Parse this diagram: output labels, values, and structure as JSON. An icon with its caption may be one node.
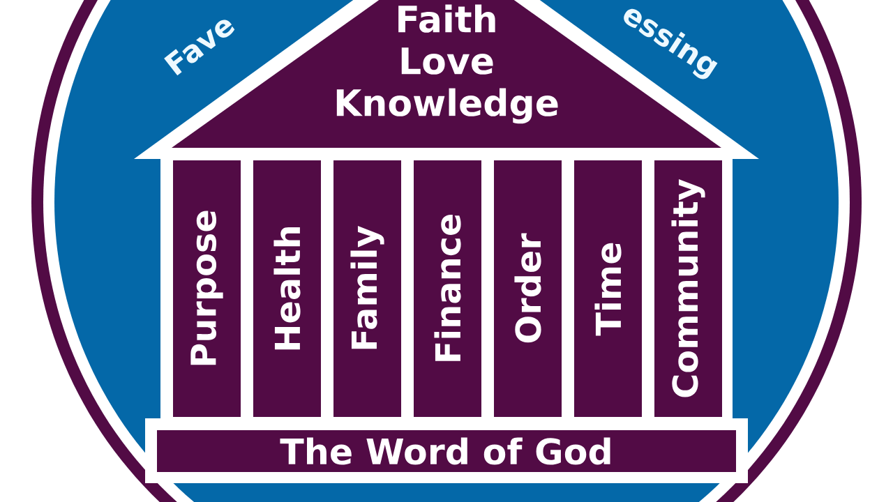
{
  "diagram": {
    "nodes": [
      {
        "text": [
          "Fave",
          "essing"
        ]
      },
      {
        "text": [
          "Faith",
          "Love",
          "Knowledge"
        ],
        "in": 0
      },
      {
        "text": [
          "Purpose"
        ],
        "in": 0
      },
      {
        "text": [
          "Health"
        ],
        "in": 0
      },
      {
        "text": [
          "Family"
        ],
        "in": 0
      },
      {
        "text": [
          "Finance"
        ],
        "in": 0
      },
      {
        "text": [
          "Order"
        ],
        "in": 0
      },
      {
        "text": [
          "Time"
        ],
        "in": 0
      },
      {
        "text": [
          "Community"
        ],
        "in": 0
      },
      {
        "text": [
          "The Word of God"
        ],
        "in": 0
      }
    ]
  }
}
